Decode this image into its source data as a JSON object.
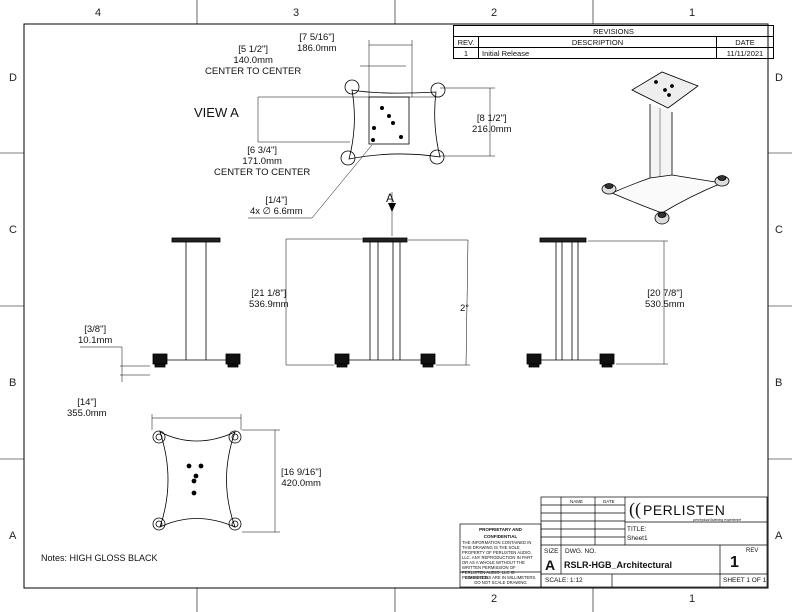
{
  "zones": {
    "top": [
      "4",
      "3",
      "2",
      "1"
    ],
    "bottom": [
      "2",
      "1"
    ],
    "rows": [
      "D",
      "C",
      "B",
      "A"
    ]
  },
  "revisions": {
    "title": "REVISIONS",
    "headers": [
      "REV.",
      "DESCRIPTION",
      "DATE"
    ],
    "rows": [
      {
        "rev": "1",
        "description": "Initial Release",
        "date": "11/11/2021"
      }
    ]
  },
  "view_a": {
    "label": "VIEW A",
    "dims": {
      "w186": [
        "[7 5/16\"]",
        "186.0mm"
      ],
      "w140": [
        "[5 1/2\"]",
        "140.0mm",
        "CENTER TO CENTER"
      ],
      "h216": [
        "[8 1/2\"]",
        "216.0mm"
      ],
      "h171": [
        "[6 3/4\"]",
        "171.0mm",
        "CENTER TO CENTER"
      ],
      "hole": [
        "[1/4\"]",
        "4x ∅ 6.6mm"
      ]
    }
  },
  "section": {
    "label": "A",
    "angle": "2°"
  },
  "side_dims": {
    "h537": [
      "[21 1/8\"]",
      "536.9mm"
    ],
    "h530": [
      "[20 7/8\"]",
      "530.5mm"
    ],
    "foot": [
      "[3/8\"]",
      "10.1mm"
    ]
  },
  "base_dims": {
    "w355": [
      "[14\"]",
      "355.0mm"
    ],
    "h420": [
      "[16 9/16\"]",
      "420.0mm"
    ]
  },
  "notes": "Notes: HIGH GLOSS BLACK",
  "title_block": {
    "col_name": "NAME",
    "col_date": "DATE",
    "company": "PERLISTEN",
    "tagline": "perceptual listening experience",
    "title_label": "TITLE:",
    "title_value": "Sheet1",
    "size_label": "SIZE",
    "size_value": "A",
    "dwg_label": "DWG. NO.",
    "dwg_value": "RSLR-HGB_Architectural",
    "rev_label": "REV",
    "rev_value": "1",
    "scale": "SCALE: 1:12",
    "sheet": "SHEET 1 OF 1",
    "proprietary_title": "PROPRIETARY AND CONFIDENTIAL",
    "proprietary_text": "THE INFORMATION CONTAINED IN THIS DRAWING IS THE SOLE PROPERTY OF PERLISTEN AUDIO, LLC. ANY REPRODUCTION IN PART OR AS A WHOLE WITHOUT THE WRITTEN PERMISSION OF PERLISTEN AUDIO, LLC IS PROHIBITED.",
    "units_text": "DIMENSIONS ARE IN MILLIMETERS. DO NOT SCALE DRAWING"
  }
}
